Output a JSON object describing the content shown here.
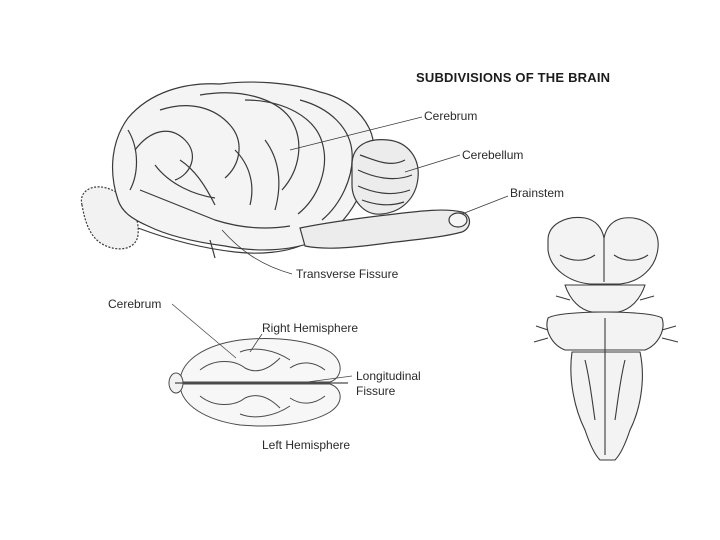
{
  "title": "SUBDIVISIONS OF THE BRAIN",
  "labels": {
    "cerebrum_lateral": "Cerebrum",
    "cerebellum": "Cerebellum",
    "brainstem": "Brainstem",
    "transverse_fissure": "Transverse Fissure",
    "cerebrum_dorsal": "Cerebrum",
    "right_hemisphere": "Right Hemisphere",
    "longitudinal_fissure_line1": "Longitudinal",
    "longitudinal_fissure_line2": "Fissure",
    "left_hemisphere": "Left Hemisphere"
  },
  "colors": {
    "ink": "#3a3a3a",
    "shade": "#e4e4e4"
  }
}
